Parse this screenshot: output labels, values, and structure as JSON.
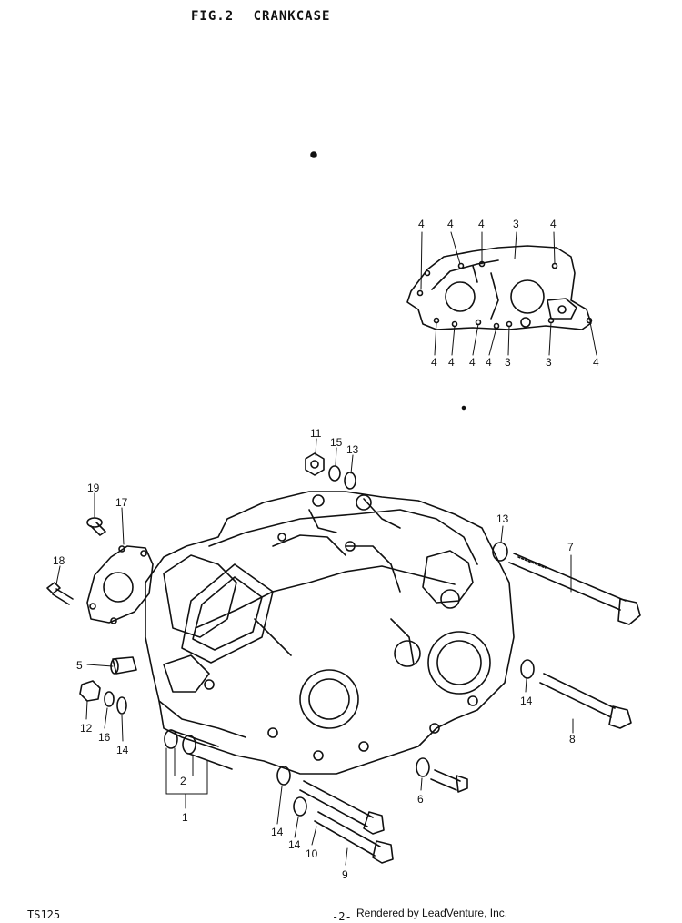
{
  "header": {
    "fig": "FIG.2",
    "title": "CRANKCASE"
  },
  "footer": {
    "model": "TS125",
    "page": "-2-",
    "credit": "Rendered by LeadVenture, Inc."
  },
  "inset_callouts": {
    "top": [
      "4",
      "4",
      "4",
      "3",
      "4"
    ],
    "bottom": [
      "4",
      "4",
      "4",
      "4",
      "3",
      "3",
      "4"
    ]
  },
  "callouts": {
    "c1": "1",
    "c2": "2",
    "c5": "5",
    "c6": "6",
    "c7": "7",
    "c8": "8",
    "c9": "9",
    "c10": "10",
    "c11": "11",
    "c12": "12",
    "c13a": "13",
    "c13b": "13",
    "c14a": "14",
    "c14b": "14",
    "c14c": "14",
    "c14d": "14",
    "c15": "15",
    "c16": "16",
    "c17": "17",
    "c18": "18",
    "c19": "19"
  }
}
